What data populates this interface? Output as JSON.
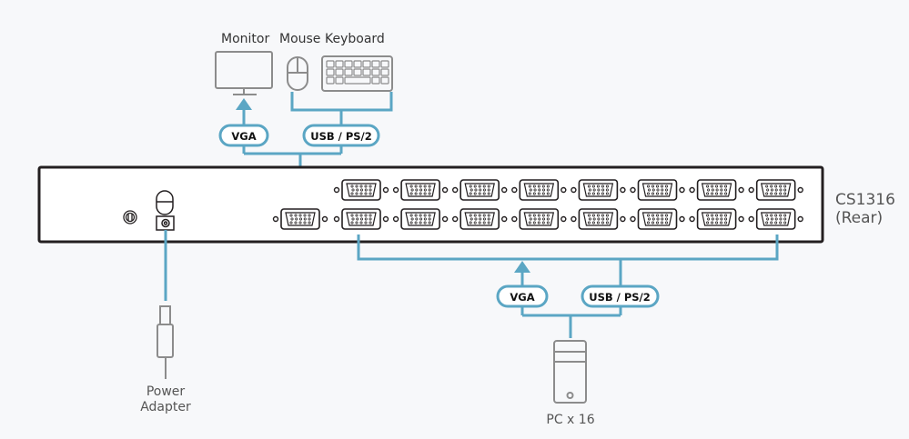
{
  "colors": {
    "cable": "#5ba6c4",
    "outline": "#231f20",
    "icon_gray": "#8c8c8c",
    "background": "#f7f8fa"
  },
  "peripherals": {
    "monitor_label": "Monitor",
    "mouse_label": "Mouse",
    "keyboard_label": "Keyboard",
    "monitor_icon": "monitor-icon",
    "mouse_icon": "mouse-icon",
    "keyboard_icon": "keyboard-icon"
  },
  "console_cables": {
    "vga_label": "VGA",
    "usb_label": "USB / PS/2"
  },
  "device": {
    "model": "CS1316",
    "view": "(Rear)",
    "port_rows": 2,
    "ports_per_row": 8,
    "console_port_count": 1
  },
  "pc_cables": {
    "vga_label": "VGA",
    "usb_label": "USB / PS/2"
  },
  "power": {
    "label_line1": "Power",
    "label_line2": "Adapter",
    "icon": "power-adapter-icon"
  },
  "pc": {
    "label": "PC x 16",
    "icon": "pc-tower-icon"
  }
}
